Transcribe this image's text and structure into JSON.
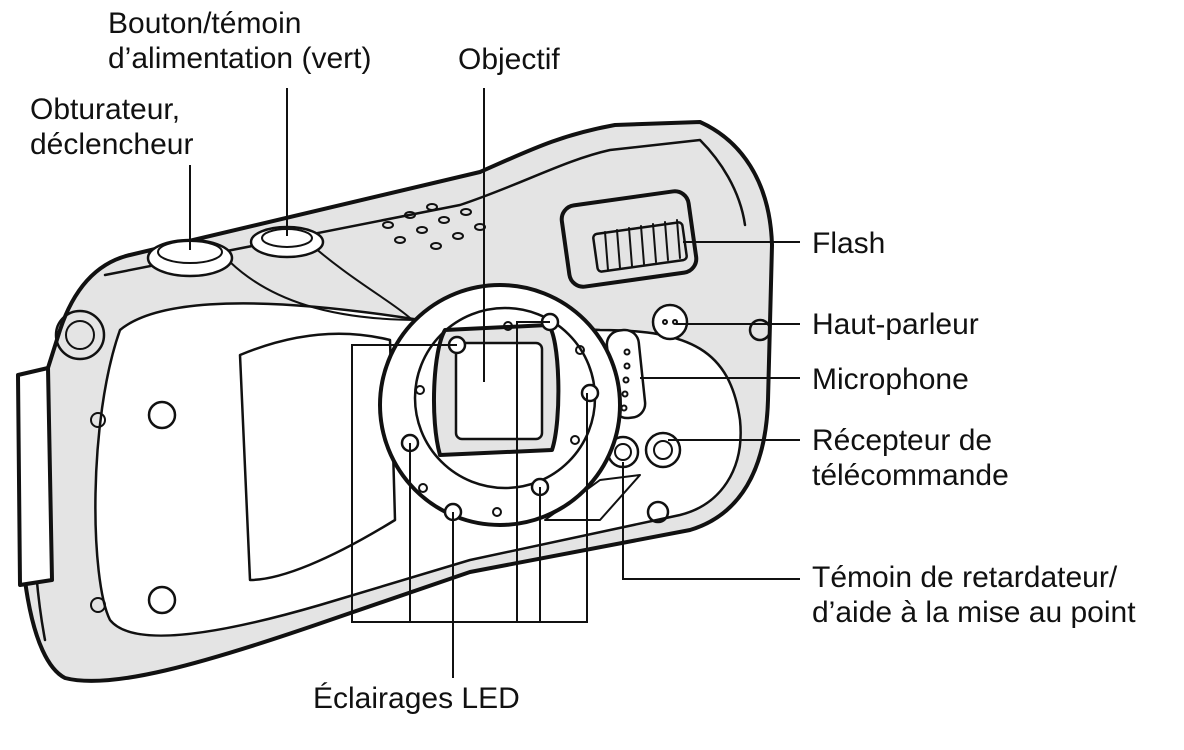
{
  "labels": {
    "shutter": [
      "Obturateur,",
      "déclencheur"
    ],
    "power": [
      "Bouton/témoin",
      "d’alimentation (vert)"
    ],
    "lens": "Objectif",
    "flash": "Flash",
    "speaker": "Haut-parleur",
    "microphone": "Microphone",
    "remote": [
      "Récepteur de",
      "télécommande"
    ],
    "selftimer": [
      "Témoin de retardateur/",
      "d’aide à la mise au point"
    ],
    "led": "Éclairages LED"
  }
}
